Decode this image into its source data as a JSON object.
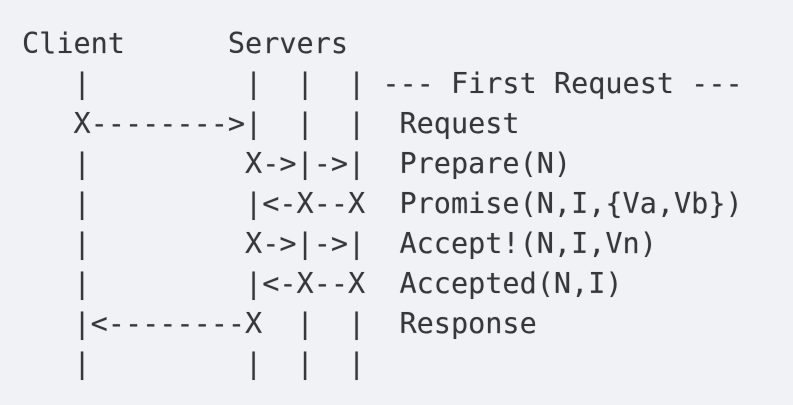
{
  "colors": {
    "background": "#f1f2f5",
    "text": "#35373a"
  },
  "ascii_diagram": {
    "header": {
      "client_label": "Client",
      "servers_label": "Servers"
    },
    "section_banner": "--- First Request ---",
    "messages": [
      "Request",
      "Prepare(N)",
      "Promise(N,I,{Va,Vb})",
      "Accept!(N,I,Vn)",
      "Accepted(N,I)",
      "Response"
    ],
    "rows": [
      "Client      Servers",
      "   |         |  |  | --- First Request ---",
      "   X-------->|  |  |  Request",
      "   |         X->|->|  Prepare(N)",
      "   |         |<-X--X  Promise(N,I,{Va,Vb})",
      "   |         X->|->|  Accept!(N,I,Vn)",
      "   |         |<-X--X  Accepted(N,I)",
      "   |<--------X  |  |  Response",
      "   |         |  |  |"
    ]
  }
}
